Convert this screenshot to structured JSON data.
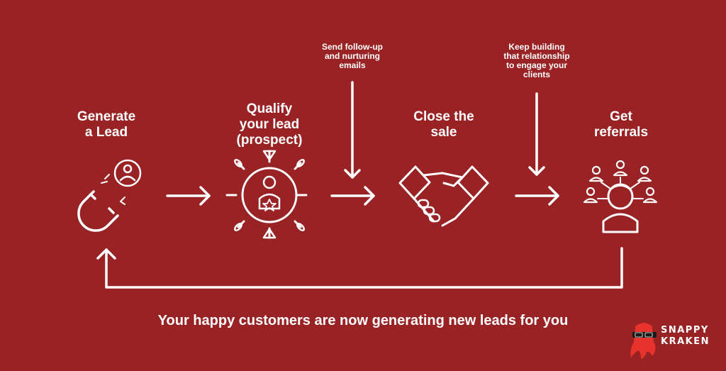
{
  "stages": [
    {
      "title": "Generate\na Lead",
      "icon": "magnet-icon"
    },
    {
      "title": "Qualify\nyour lead\n(prospect)",
      "icon": "target-prospect-icon"
    },
    {
      "title": "Close the\nsale",
      "icon": "handshake-icon"
    },
    {
      "title": "Get\nreferrals",
      "icon": "referral-network-icon"
    }
  ],
  "notes": [
    {
      "text": "Send follow-up\nand nurturing\nemails"
    },
    {
      "text": "Keep building\nthat relationship\nto engage your\nclients"
    }
  ],
  "footer": {
    "text": "Your happy customers are now generating new leads for you"
  },
  "brand": {
    "name": "SNAPPY\nKRAKEN",
    "logo_color": "#e8322c"
  },
  "colors": {
    "background": "#992224",
    "foreground": "#ffffff"
  }
}
